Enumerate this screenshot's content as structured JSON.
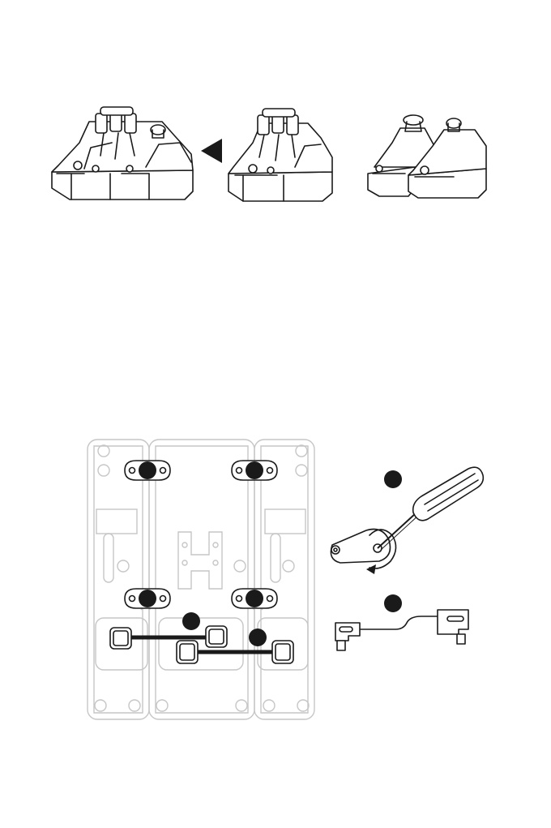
{
  "figure": {
    "top_row": [
      {
        "name": "quadrant-with-addons"
      },
      {
        "name": "quadrant-base"
      },
      {
        "name": "addon-modules"
      }
    ],
    "arrow": {
      "direction": "left"
    },
    "base_plate": {
      "mounting_points": 4,
      "connector_cables": 2,
      "callout_markers": 4
    },
    "tools": [
      {
        "name": "screwdriver-with-lock-plate"
      },
      {
        "name": "right-angle-cable"
      }
    ]
  },
  "colors": {
    "ink": "#1a1a1a",
    "ghost": "#c6c6c6",
    "background": "#ffffff"
  }
}
